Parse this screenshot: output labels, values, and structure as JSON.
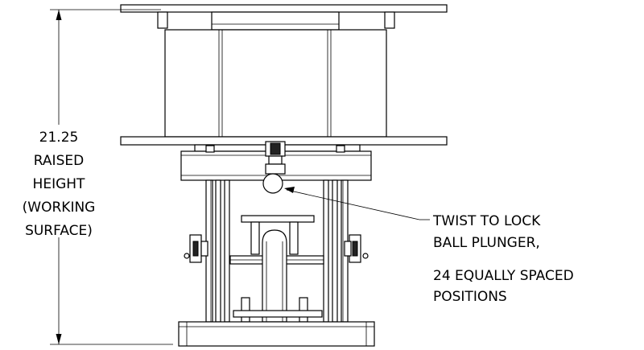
{
  "dimension": {
    "value": "21.25",
    "lines": [
      "RAISED",
      "HEIGHT",
      "(WORKING",
      "SURFACE)"
    ]
  },
  "callout": {
    "lines": [
      "TWIST TO LOCK",
      "BALL PLUNGER,",
      "24 EQUALLY SPACED",
      "POSITIONS"
    ]
  }
}
